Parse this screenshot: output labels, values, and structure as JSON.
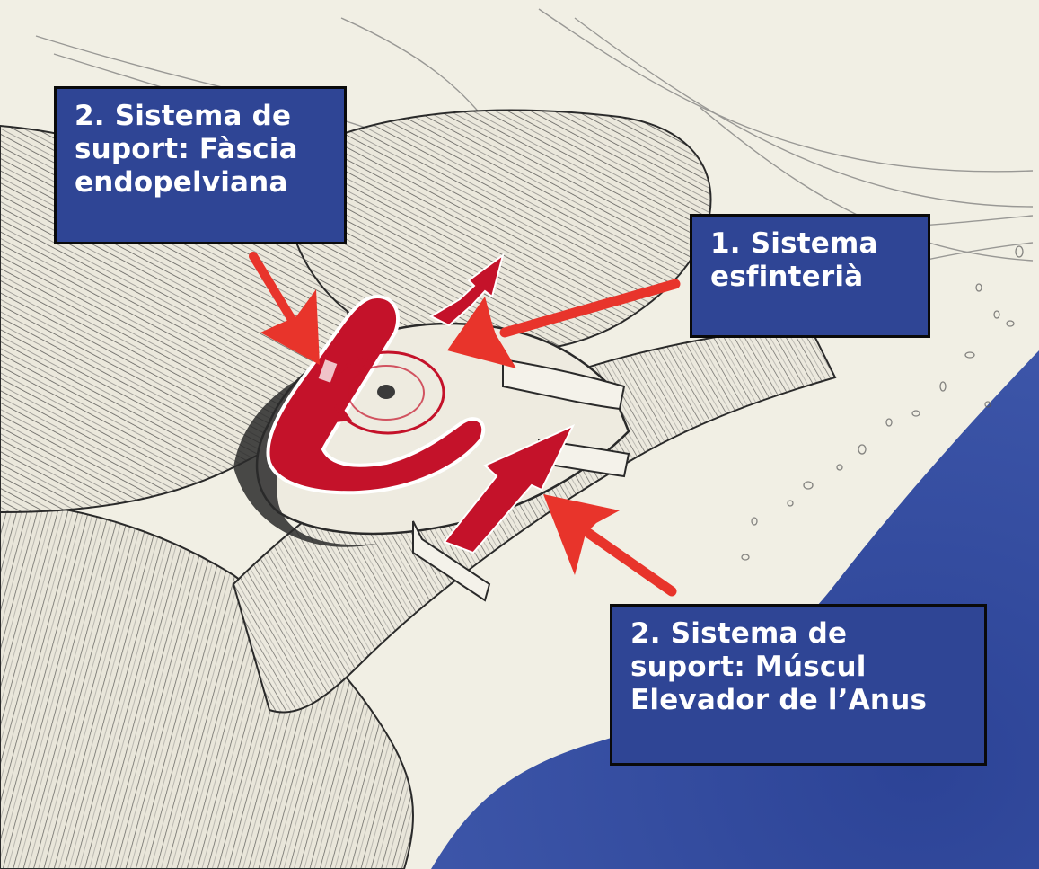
{
  "colors": {
    "background_paper": "#f1efe4",
    "blue_backdrop": "#324aa0",
    "label_box": "#2f4595",
    "label_border": "#0a0a0a",
    "label_text": "#ffffff",
    "arrow_red": "#e8342b",
    "structure_red": "#c4122a",
    "sketch_lines": "#3a3a3a"
  },
  "labels": {
    "fascia": {
      "lines": [
        "2. Sistema de",
        "suport: Fàscia",
        "endopelviana"
      ]
    },
    "sphincter": {
      "lines": [
        "1. Sistema",
        "esfinterià"
      ]
    },
    "levator": {
      "lines": [
        "2. Sistema de",
        "suport: Múscul",
        "Elevador de l’Anus"
      ]
    }
  },
  "icons": {
    "fascia_arrow": "arrow-icon",
    "sphincter_arrow": "arrow-icon",
    "levator_arrow": "arrow-icon",
    "lift_arrow_upper": "arrow-icon",
    "lift_arrow_lower": "arrow-icon",
    "rotation_marker": "circular-arrow-icon"
  }
}
